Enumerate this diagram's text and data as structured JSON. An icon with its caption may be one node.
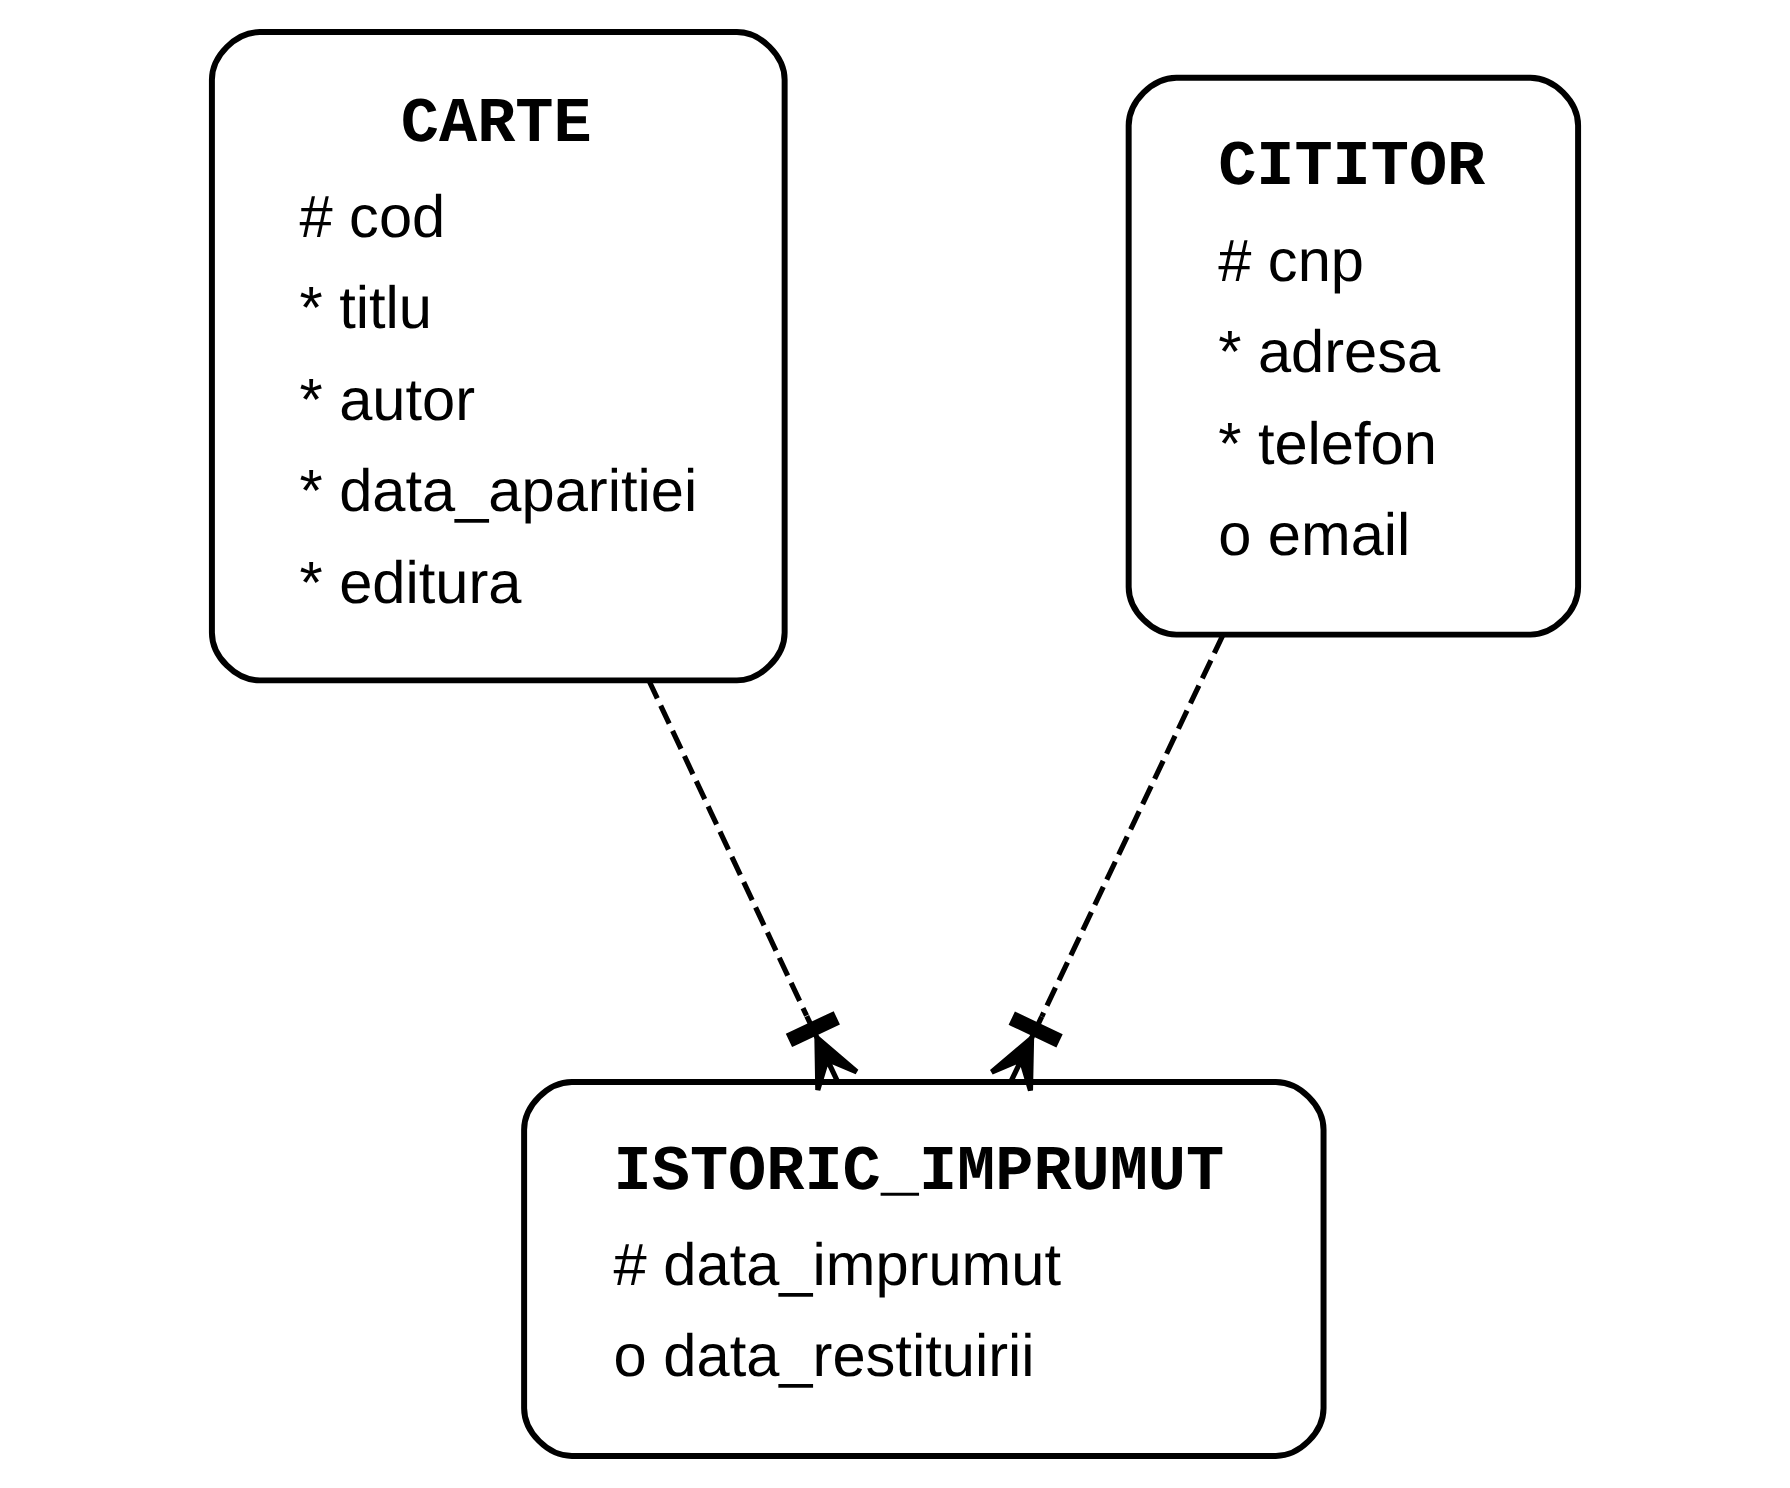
{
  "diagram": {
    "nodes": [
      {
        "text": [
          "CARTE",
          "# cod",
          "* titlu",
          "* autor",
          "* data_aparitiei",
          "* editura"
        ]
      },
      {
        "text": [
          "CITITOR",
          "# cnp",
          "* adresa",
          "* telefon",
          "o email"
        ]
      },
      {
        "text": [
          "ISTORIC_IMPRUMUT",
          "# data_imprumut",
          "o data_restituirii"
        ]
      }
    ],
    "edges": [
      {
        "from": 0,
        "to": 2,
        "arrow": "other",
        "style": "dashed"
      },
      {
        "from": 1,
        "to": 2,
        "arrow": "other",
        "style": "dashed"
      }
    ]
  }
}
